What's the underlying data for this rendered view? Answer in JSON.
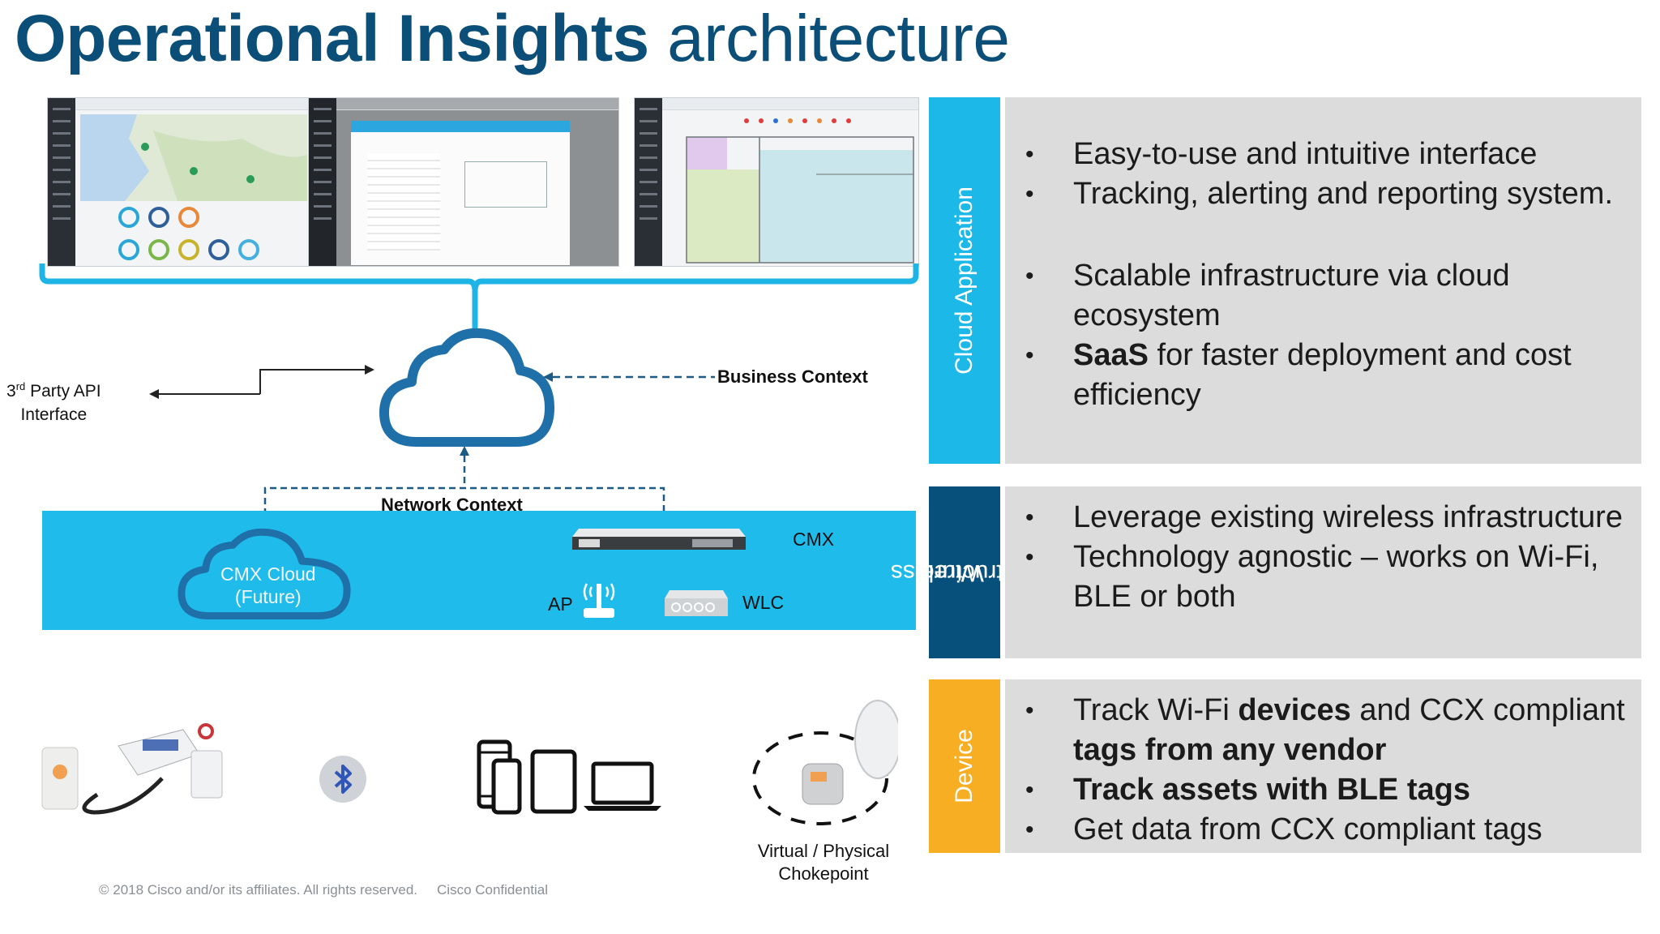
{
  "title": {
    "bold": "Operational Insights",
    "light": "architecture"
  },
  "diagram": {
    "third_party_api": {
      "line1": "3",
      "sup": "rd",
      "line1_rest": " Party API",
      "line2": "Interface"
    },
    "business_context": "Business  Context",
    "network_context": "Network Context",
    "cmx_cloud": {
      "line1": "CMX Cloud",
      "line2": "(Future)"
    },
    "ap": "AP",
    "wlc": "WLC",
    "cmx": "CMX",
    "chokepoint": {
      "line1": "Virtual / Physical",
      "line2": "Chokepoint"
    }
  },
  "panels": [
    {
      "band": "Cloud Application",
      "band_color": "#1bb8e8",
      "bullets": [
        {
          "text": "Easy-to-use and intuitive  interface"
        },
        {
          "text": "Tracking, alerting  and reporting system."
        },
        {
          "text": "Scalable  infrastructure via cloud ecosystem"
        },
        {
          "bold": "SaaS",
          "text": " for faster deployment  and cost efficiency"
        }
      ]
    },
    {
      "band": {
        "line1": "Wireless",
        "line2": "Infrastructure"
      },
      "band_color": "#08507c",
      "bullets": [
        {
          "text": "Leverage existing wireless infrastructure"
        },
        {
          "text": "Technology  agnostic – works on Wi-Fi, BLE or both"
        }
      ]
    },
    {
      "band": "Device",
      "band_color": "#f8ae22",
      "bullets": [
        {
          "pre": "Track Wi-Fi ",
          "bold": "devices",
          "post": " and CCX compliant  ",
          "bold2": "tags from any vendor"
        },
        {
          "bold": "Track assets with BLE tags"
        },
        {
          "text": "Get data from CCX compliant  tags"
        }
      ]
    }
  ],
  "footer": {
    "copyright": "© 2018  Cisco  and/or its affiliates. All rights reserved.",
    "confidential": "Cisco  Confidential"
  },
  "colors": {
    "title": "#0b4f79",
    "bracket": "#1fb4e6",
    "cloud": "#1f6fa9",
    "network_band": "#1fbbea",
    "panel_bg": "#dcdcdc"
  },
  "icons": [
    "cloud-icon",
    "bluetooth-icon",
    "access-point-icon",
    "wlc-appliance-icon",
    "cmx-server-icon",
    "phone-icon",
    "tablet-icon",
    "laptop-icon",
    "chokepoint-sensor-icon",
    "ble-tag-icon"
  ]
}
